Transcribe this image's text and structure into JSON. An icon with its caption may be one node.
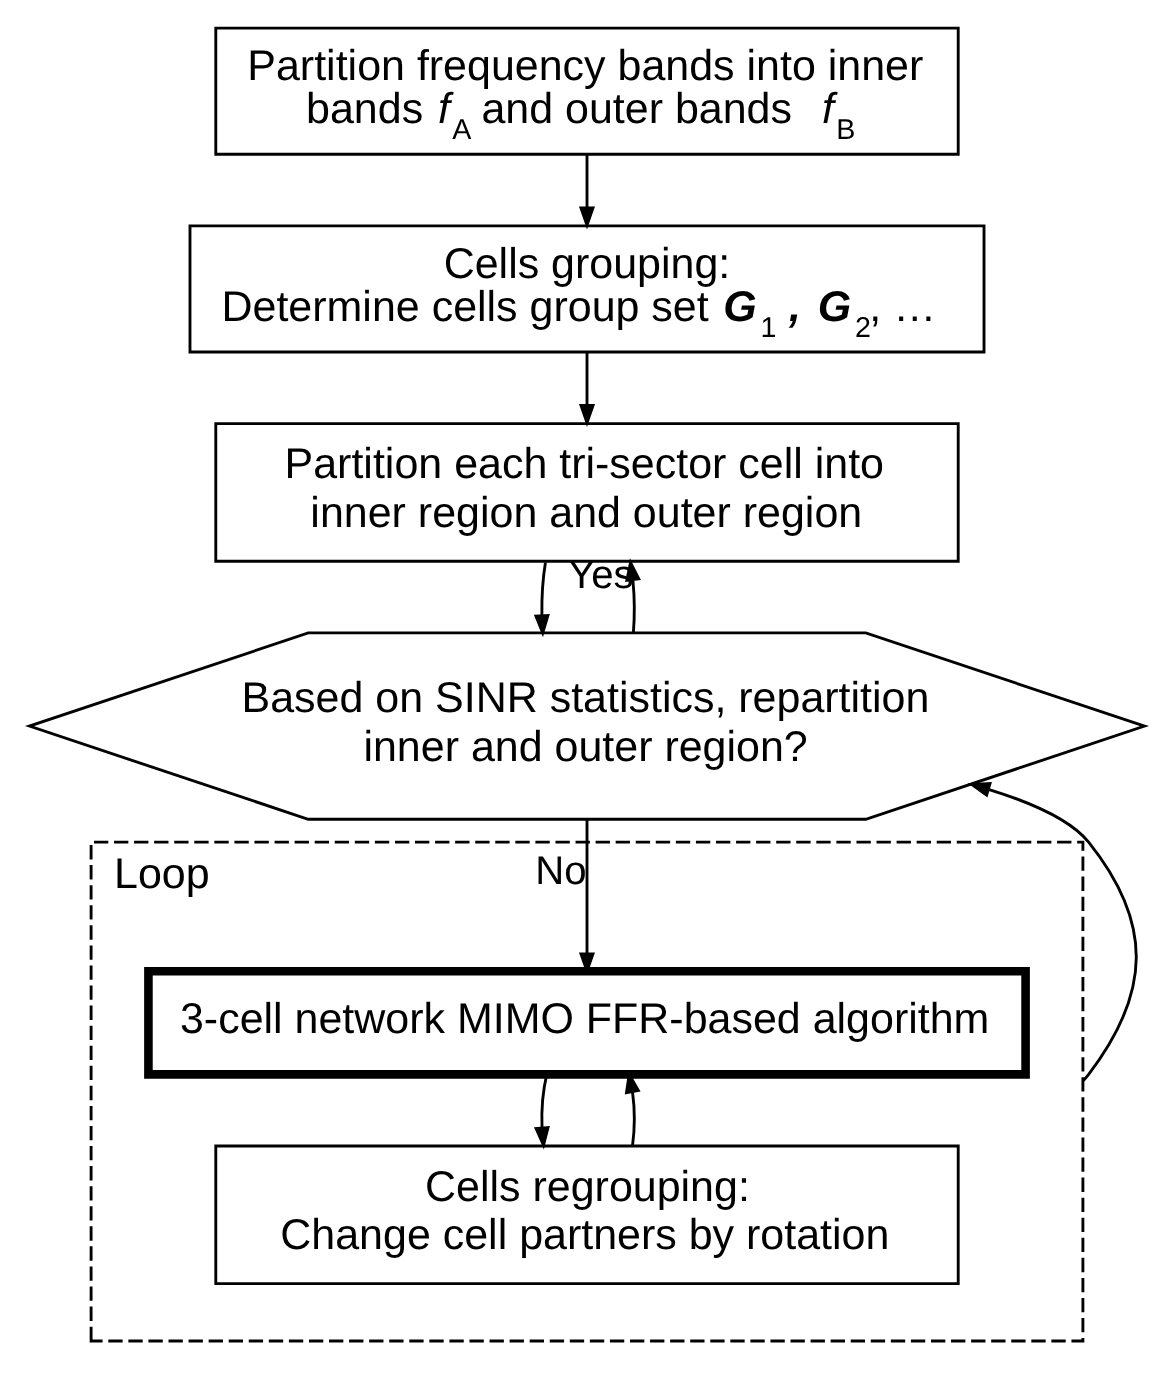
{
  "diagram": {
    "nodes": [
      {
        "text": [
          "Partition frequency bands into inner bands *f*$_{A}$ and outer bands *f*$_{B}$"
        ]
      },
      {
        "text": [
          "Cells grouping:",
          "Determine cells group set **G**$_{1}$**,** **G**$_{2}$, …"
        ]
      },
      {
        "text": [
          "Partition each tri-sector cell into inner region and outer region"
        ]
      },
      {
        "text": [
          "Based on SINR statistics, repartition inner and outer region?"
        ]
      },
      {
        "text": [
          "Loop"
        ]
      },
      {
        "text": [
          "3-cell network MIMO FFR-based algorithm"
        ],
        "in": 4
      },
      {
        "text": [
          "Cells regrouping:",
          "Change cell partners by rotation"
        ],
        "in": 4
      }
    ],
    "edges": [
      {
        "from": 0,
        "to": 1,
        "arrow": "to"
      },
      {
        "from": 1,
        "to": 2,
        "arrow": "to"
      },
      {
        "from": 2,
        "to": 3,
        "arrow": "to"
      },
      {
        "from": 3,
        "to": 2,
        "arrow": "to",
        "label": "Yes"
      },
      {
        "from": 3,
        "to": 5,
        "arrow": "to",
        "label": "No"
      },
      {
        "from": 5,
        "to": 6,
        "arrow": "to"
      },
      {
        "from": 6,
        "to": 5,
        "arrow": "to"
      },
      {
        "from": 4,
        "to": 3,
        "arrow": "to"
      }
    ]
  }
}
